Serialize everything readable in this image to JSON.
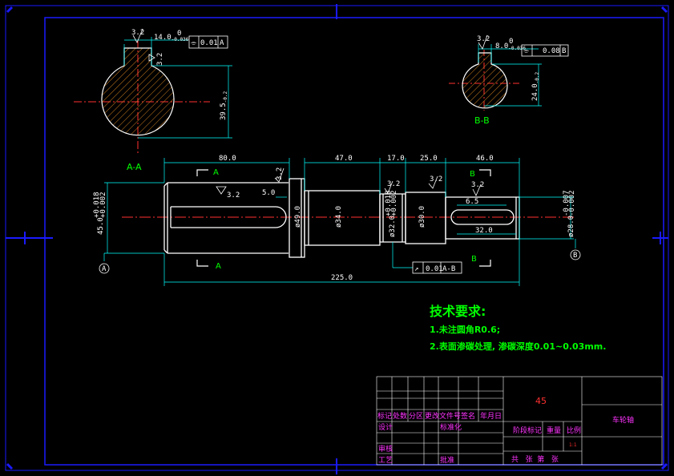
{
  "colors": {
    "border_blue": "#1a1aff",
    "part_white": "#ffffff",
    "centerline_red": "#ff3030",
    "dimension_cyan": "#00ffff",
    "text_green": "#00ff00",
    "title_magenta": "#ff33ff",
    "hatch_orange": "#d08020"
  },
  "section_a": {
    "label": "A-A",
    "roughness": "3.2",
    "roughness_side": "3.2",
    "keyway_width": "14.0",
    "keyway_tol": "-0.036",
    "keyway_tol_upper": "0",
    "tolerance_frame": {
      "symbol": "⌯",
      "value": "0.01",
      "datum": "A"
    },
    "depth_dim": "39.5",
    "depth_tol": "-0.2",
    "depth_tol_upper": "0"
  },
  "section_b": {
    "label": "B-B",
    "roughness": "3.2",
    "keyway_width": "8.0",
    "keyway_tol": "-0.036",
    "keyway_tol_upper": "0",
    "tolerance_frame": {
      "symbol": "⌯",
      "value": "0.08",
      "datum": "B"
    },
    "depth_dim": "24.0",
    "depth_tol": "-0.2",
    "depth_tol_upper": "0"
  },
  "main_view": {
    "length_dims": [
      "80.0",
      "47.0",
      "17.0",
      "25.0",
      "46.0"
    ],
    "overall_length": "225.0",
    "keyway_offset": "5.0",
    "small_keyway_offset": "6.5",
    "small_keyway_length": "32.0",
    "diameters": {
      "d45": "45.0",
      "d45_tol_up": "+0.018",
      "d45_tol_low": "+0.002",
      "d49": "ø49.0",
      "d34": "ø34.0",
      "d32": "ø32.0",
      "d32_tol_up": "+0.018",
      "d32_tol_low": "+0.002",
      "d30": "ø30.0",
      "d28": "ø28.0",
      "d28_tol_up": "-0.007",
      "d28_tol_low": "-0.002"
    },
    "roughness_marks": [
      "3.2",
      "3.2",
      "3.2",
      "3.2",
      "3.2"
    ],
    "section_a_markers": [
      "A",
      "A"
    ],
    "section_b_markers": [
      "B",
      "B"
    ],
    "datum_left": "A",
    "datum_right": "B",
    "runout_frame": {
      "symbol": "↗",
      "value": "0.01",
      "datum": "A-B"
    }
  },
  "tech_requirements": {
    "heading": "技术要求:",
    "items": [
      "1.未注圆角R0.6;",
      "2.表面渗碳处理, 渗碳深度0.01~0.03mm."
    ]
  },
  "title_block": {
    "material": "45",
    "part_name": "车轮轴",
    "row_labels": [
      "标记",
      "处数",
      "分区",
      "更改文件号",
      "签名",
      "年月日"
    ],
    "design_label": "设计",
    "standard_label": "标准化",
    "stage_label": "阶段标记",
    "weight_label": "重量",
    "scale_label": "比例",
    "check_label": "审核",
    "process_label": "工艺",
    "approve_label": "批准",
    "sheet_text": "共   张  第   张",
    "scale_value": "1:1"
  }
}
